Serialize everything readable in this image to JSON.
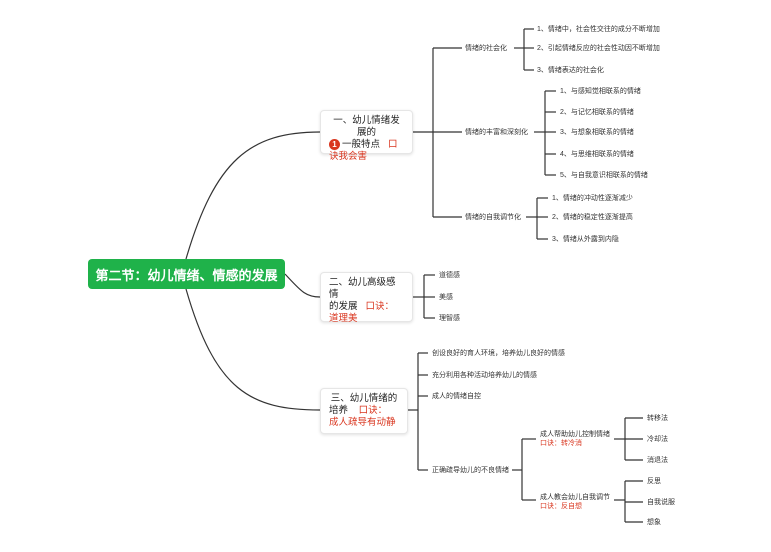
{
  "root": {
    "label": "第二节：幼儿情绪、情感的发展"
  },
  "branch1": {
    "title_line1": "一、幼儿情绪发展的",
    "title_line2": "一般特点",
    "badge": "1",
    "mnemonic": "口诀我会害",
    "sub1": {
      "label": "情绪的社会化",
      "items": [
        "1、情绪中，社会性交往的成分不断增加",
        "2、引起情绪反应的社会性动因不断增加",
        "3、情绪表达的社会化"
      ]
    },
    "sub2": {
      "label": "情绪的丰富和深刻化",
      "items": [
        "1、与感知觉相联系的情绪",
        "2、与记忆相联系的情绪",
        "3、与想象相联系的情绪",
        "4、与思维相联系的情绪",
        "5、与自我意识相联系的情绪"
      ]
    },
    "sub3": {
      "label": "情绪的自我调节化",
      "items": [
        "1、情绪的冲动性逐渐减少",
        "2、情绪的稳定性逐渐提高",
        "3、情绪从外露到内隐"
      ]
    }
  },
  "branch2": {
    "title_line1": "二、幼儿高级感情",
    "title_line2": "的发展",
    "mnemonic_line1": "口诀：",
    "mnemonic_line2": "道理美",
    "items": [
      "道德感",
      "美感",
      "理智感"
    ]
  },
  "branch3": {
    "title_line1": "三、幼儿情绪的",
    "title_line2": "培养",
    "mnemonic_line1": "口诀：",
    "mnemonic_line2": "成人疏导有动静",
    "items": [
      "创设良好的育人环境，培养幼儿良好的情感",
      "充分利用各种活动培养幼儿的情感",
      "成人的情绪自控"
    ],
    "sub4": {
      "label": "正确疏导幼儿的不良情绪",
      "helpA": {
        "label": "成人帮助幼儿控制情绪",
        "mnemonic": "口诀：转冷消",
        "items": [
          "转移法",
          "冷却法",
          "消退法"
        ]
      },
      "helpB": {
        "label": "成人教会幼儿自我调节",
        "mnemonic": "口诀：反自想",
        "items": [
          "反思",
          "自我说服",
          "想象"
        ]
      }
    }
  },
  "colors": {
    "root_bg": "#1fb24a",
    "accent_red": "#d9361f",
    "line": "#333333"
  }
}
